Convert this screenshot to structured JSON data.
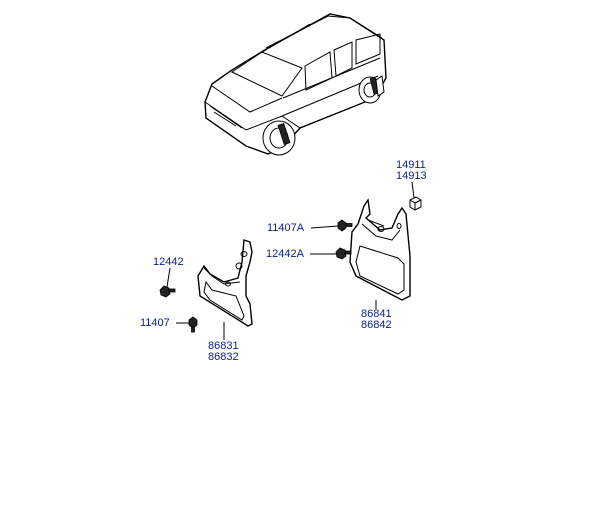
{
  "parts": {
    "p14911": "14911",
    "p14913": "14913",
    "p11407A": "11407A",
    "p12442A": "12442A",
    "p86841": "86841",
    "p86842": "86842",
    "p12442": "12442",
    "p11407": "11407",
    "p86831": "86831",
    "p86832": "86832"
  },
  "colors": {
    "label": "#0a1f8f",
    "line": "#000000",
    "background": "#ffffff"
  }
}
